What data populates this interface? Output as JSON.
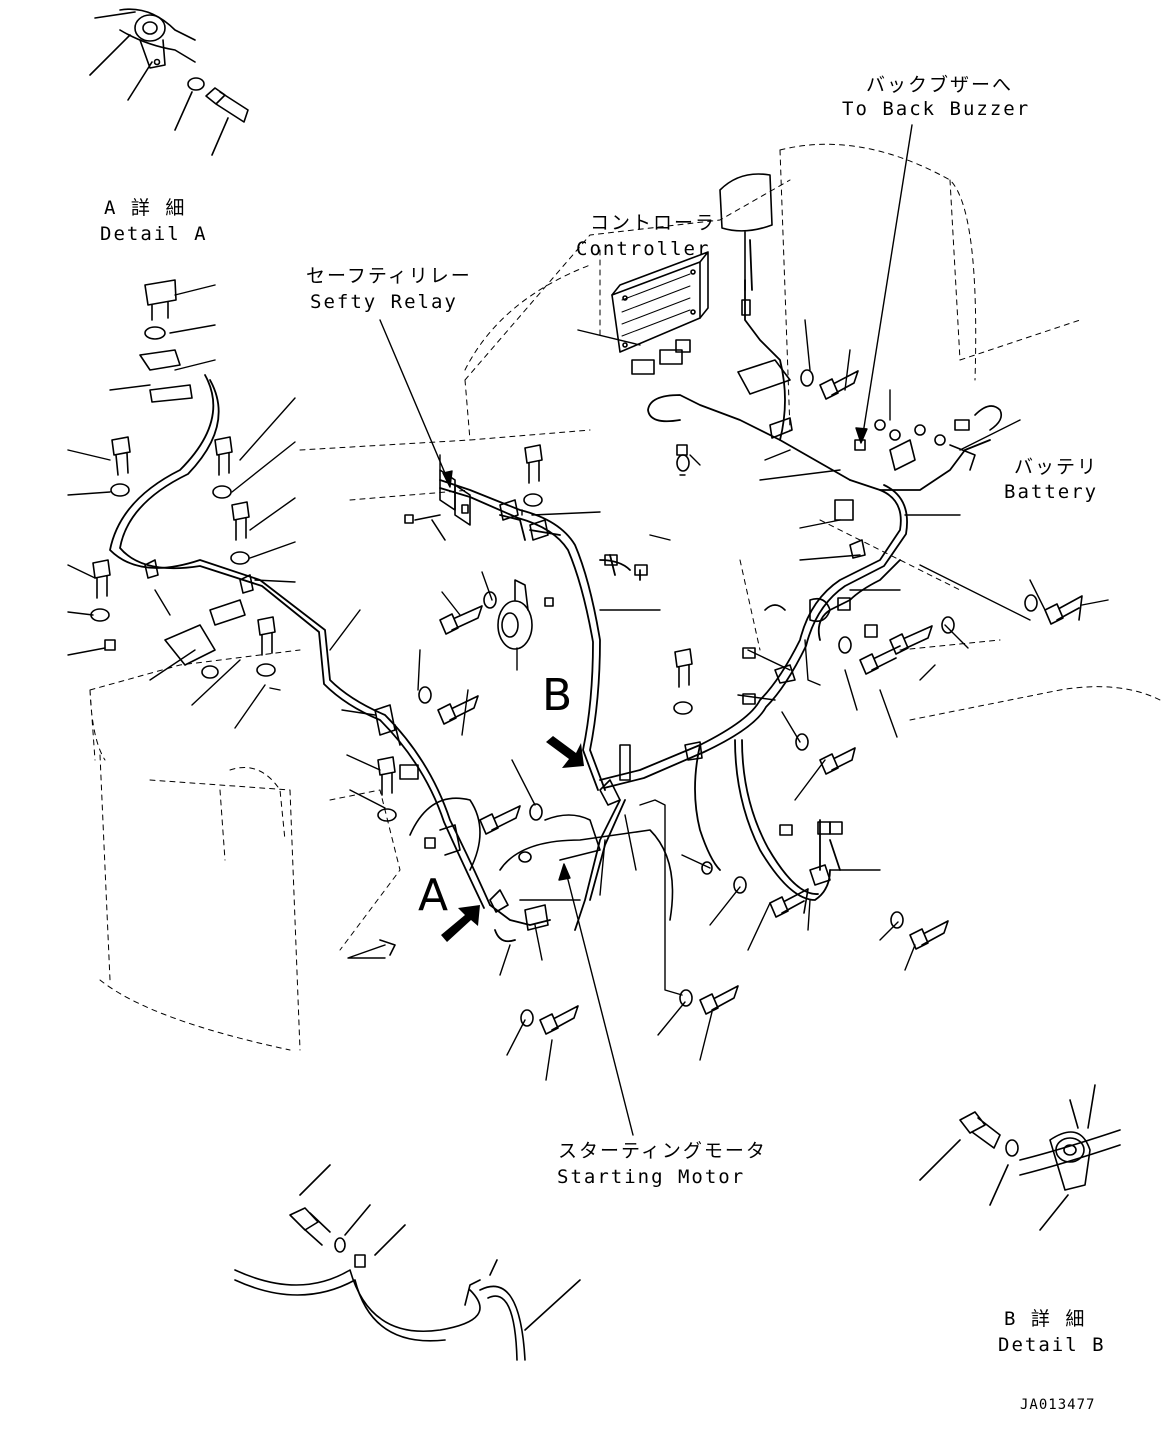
{
  "labels": {
    "back_buzzer_jp": "バックブザーへ",
    "back_buzzer_en": "To Back Buzzer",
    "controller_jp": "コントローラ",
    "controller_en": "Controller",
    "safety_relay_jp": "セーフティリレー",
    "safety_relay_en": "Sefty Relay",
    "battery_jp": "バッテリ",
    "battery_en": "Battery",
    "starting_motor_jp": "スターティングモータ",
    "starting_motor_en": "Starting Motor",
    "detail_a_jp": "A 詳 細",
    "detail_a_en": "Detail A",
    "detail_b_jp": "B 詳 細",
    "detail_b_en": "Detail B",
    "view_a": "A",
    "view_b": "B",
    "drawing_id": "JA013477"
  }
}
